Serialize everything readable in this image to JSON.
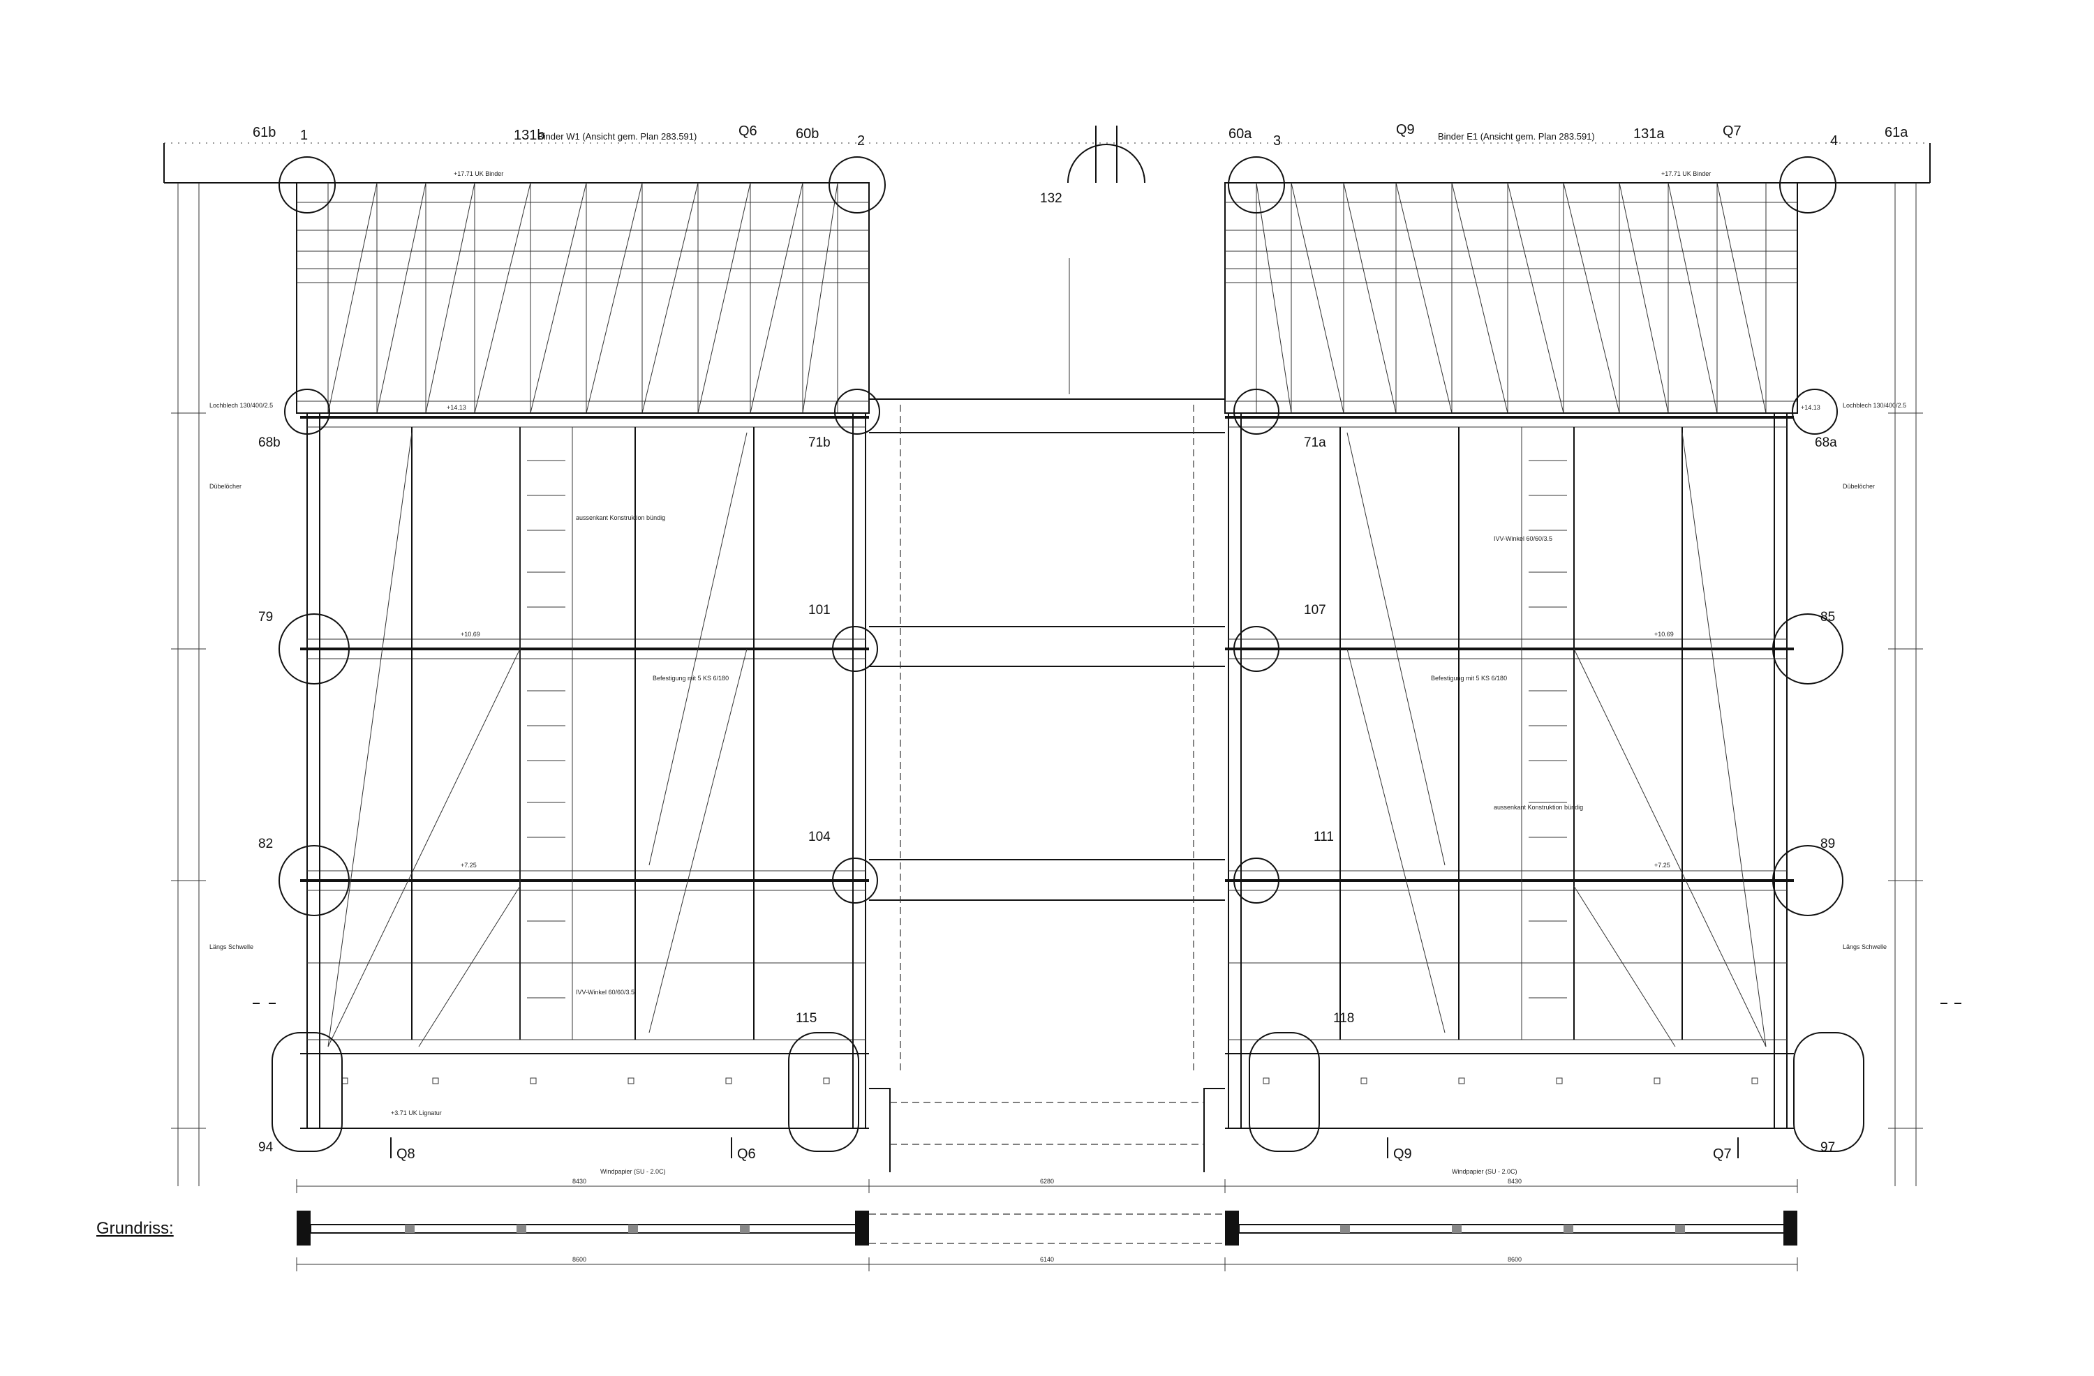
{
  "title_left": "Binder W1 (Ansicht gem. Plan 283.591)",
  "title_right": "Binder E1 (Ansicht gem. Plan 283.591)",
  "section_label": "Grundriss:",
  "center_label": "132",
  "axis_labels_top": [
    "61b",
    "1",
    "131b",
    "Q6",
    "60b",
    "2",
    "60a",
    "3",
    "Q9",
    "131a",
    "Q7",
    "4",
    "61a"
  ],
  "axis_labels_bottom": [
    "Q8",
    "Q6",
    "Q9",
    "Q7"
  ],
  "left_nodes": [
    "68b",
    "79",
    "82",
    "94"
  ],
  "left_inner_nodes": [
    "71b",
    "101",
    "104",
    "115"
  ],
  "right_inner_nodes": [
    "71a",
    "107",
    "111",
    "118"
  ],
  "right_nodes": [
    "68a",
    "85",
    "89",
    "97"
  ],
  "levels": [
    "+14.13",
    "+10.69",
    "+7.25",
    "+3.71 UK Lignatur",
    "+17.71 UK Binder"
  ],
  "notes": [
    "Lochblech 130/400/2.5",
    "Dübelöcher",
    "Längs Schwelle",
    "Windpapier (SU - 2.0C)",
    "aussenkant Konstruktion bündig",
    "Befestigung mit 5 KS 6/180",
    "IVV-Winkel 60/60/3.5"
  ],
  "dims_bottom": [
    "8430",
    "6280",
    "8430"
  ],
  "dims_plan": [
    "8600",
    "6140",
    "8600"
  ],
  "icons": [
    "column-marker-icon",
    "detail-circle-icon",
    "grid-axis-marker-icon"
  ],
  "colors": {
    "ink": "#111111",
    "paper": "#ffffff",
    "hatch_grey": "#888888"
  }
}
